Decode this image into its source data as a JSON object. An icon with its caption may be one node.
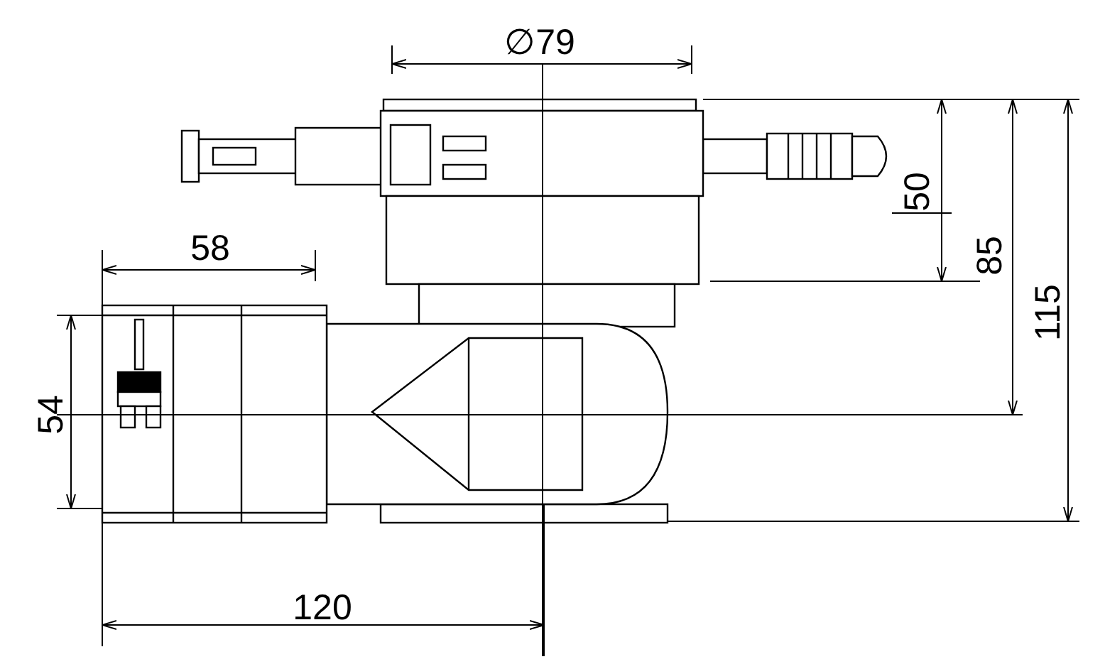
{
  "diagram": {
    "labels": [
      "∅79",
      "58",
      "50",
      "85",
      "115",
      "54",
      "120"
    ]
  }
}
